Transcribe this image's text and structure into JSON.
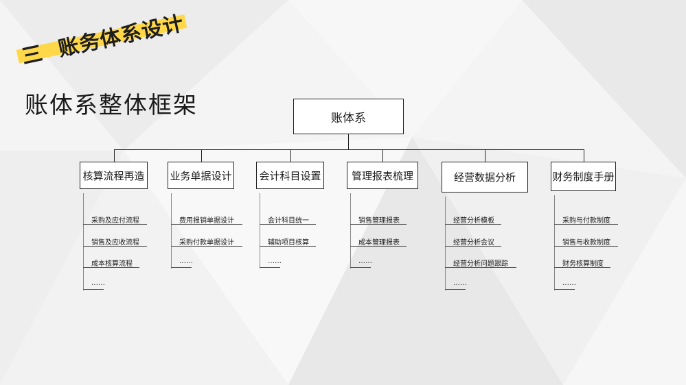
{
  "section": {
    "number": "三",
    "title": "账务体系设计"
  },
  "page_title": "账体系整体框架",
  "tree": {
    "root": "账体系",
    "branches": [
      {
        "label": "核算流程再造",
        "items": [
          "采购及应付流程",
          "销售及应收流程",
          "成本核算流程",
          "……"
        ]
      },
      {
        "label": "业务单据设计",
        "items": [
          "费用报销单据设计",
          "采购付款单据设计",
          "……"
        ]
      },
      {
        "label": "会计科目设置",
        "items": [
          "会计科目统一",
          "辅助项目核算",
          "……"
        ]
      },
      {
        "label": "管理报表梳理",
        "items": [
          "销售管理报表",
          "成本管理报表",
          "……"
        ]
      },
      {
        "label": "经营数据分析",
        "items": [
          "经营分析模板",
          "经营分析会议",
          "经营分析问题跟踪",
          "……"
        ]
      },
      {
        "label": "财务制度手册",
        "items": [
          "采购与付款制度",
          "销售与收款制度",
          "财务核算制度",
          "……"
        ]
      }
    ]
  }
}
